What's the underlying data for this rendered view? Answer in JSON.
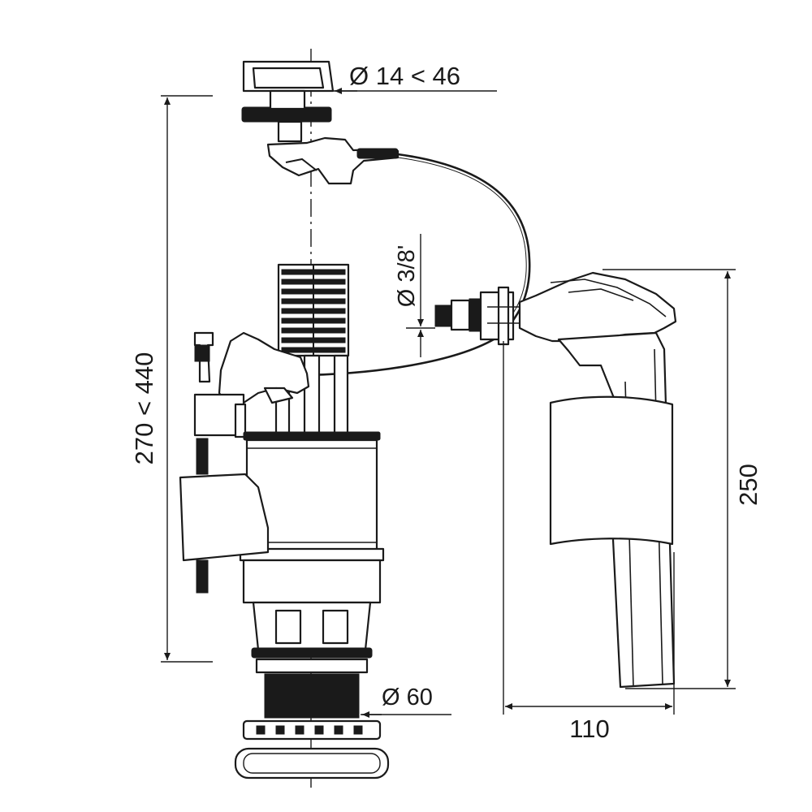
{
  "dimensions": {
    "button_diameter": "Ø 14 < 46",
    "height_range": "270 < 440",
    "hose_connection": "Ø 3/8'",
    "outlet_diameter": "Ø 60",
    "width": "110",
    "valve_height": "250"
  },
  "colors": {
    "line": "#1a1a1a",
    "background": "#ffffff"
  }
}
